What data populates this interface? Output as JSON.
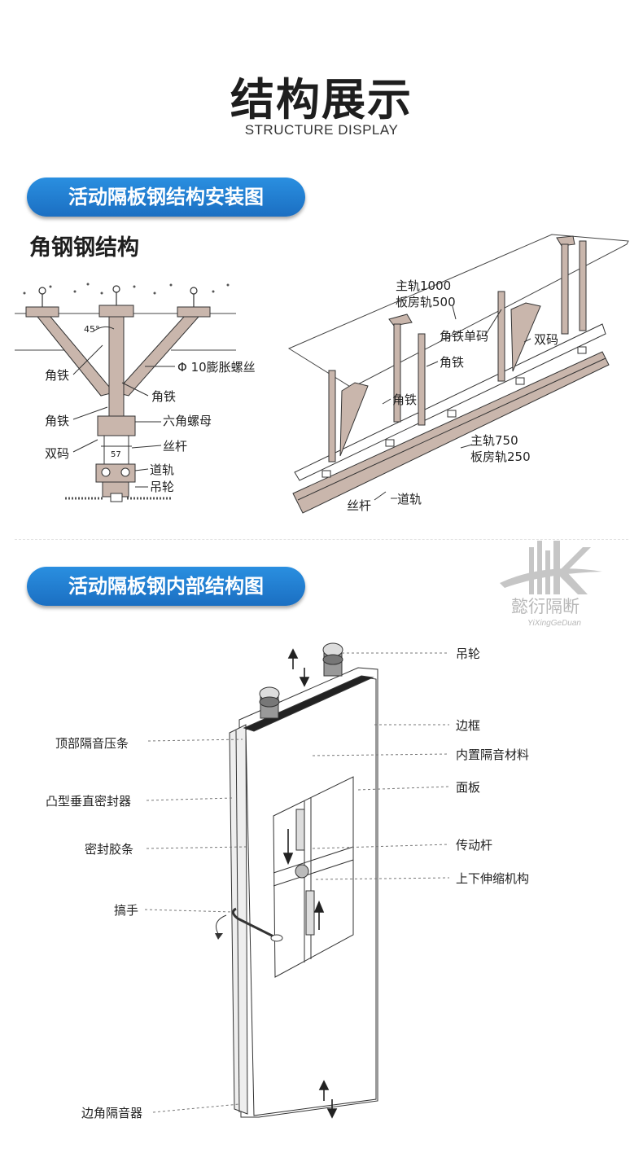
{
  "header": {
    "title": "结构展示",
    "subtitle": "STRUCTURE DISPLAY"
  },
  "section1": {
    "pill_label": "活动隔板钢结构安装图",
    "sub_heading": "角钢钢结构",
    "left_diagram": {
      "angle": "45°",
      "labels": [
        "角铁",
        "Φ 10膨胀螺丝",
        "角铁",
        "角铁",
        "六角螺母",
        "双码",
        "57",
        "丝杆",
        "道轨",
        "吊轮"
      ]
    },
    "right_diagram": {
      "labels": [
        "主轨1000",
        "板房轨500",
        "角铁单码",
        "双码",
        "角铁",
        "角铁",
        "主轨750",
        "板房轨250",
        "道轨",
        "丝杆"
      ]
    }
  },
  "section2": {
    "pill_label": "活动隔板钢内部结构图",
    "left_labels": [
      "顶部隔音压条",
      "凸型垂直密封器",
      "密封胶条",
      "搞手",
      "边角隔音器"
    ],
    "right_labels": [
      "吊轮",
      "边框",
      "内置隔音材料",
      "面板",
      "传动杆",
      "上下伸缩机构"
    ]
  },
  "watermark": {
    "text": "懿衍隔断",
    "latin": "YiXingGeDuan"
  },
  "colors": {
    "pill": "#1b6fc2",
    "beam": "#c9b6ac",
    "line": "#333333"
  }
}
